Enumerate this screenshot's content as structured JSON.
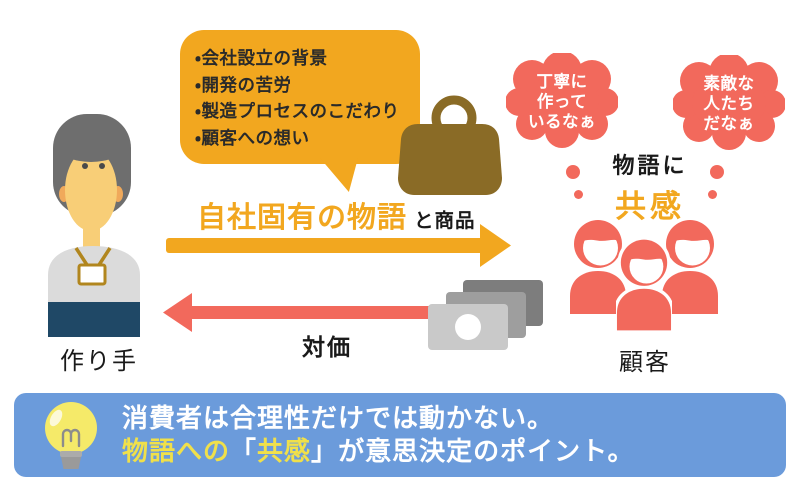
{
  "colors": {
    "orange": "#F2A71F",
    "salmon": "#F2695C",
    "blue": "#6B9BDB",
    "banner_yellow": "#F0E04A",
    "bag_brown": "#8A6B26"
  },
  "speech_bubble": {
    "items": [
      "・会社設立の背景",
      "・開発の苦労",
      "・製造プロセスのこだわり",
      "・顧客への想い"
    ]
  },
  "maker": {
    "label": "作り手"
  },
  "story_flow": {
    "emphasis": "自社固有の物語",
    "suffix": "と商品"
  },
  "price_flow": {
    "label": "対価"
  },
  "thoughts": {
    "left": {
      "line1": "丁寧に",
      "line2": "作って",
      "line3": "いるなぁ"
    },
    "right": {
      "line1": "素敵な",
      "line2": "人たち",
      "line3": "だなぁ"
    }
  },
  "empathy": {
    "prefix": "物語に",
    "word": "共感"
  },
  "customers": {
    "label": "顧客"
  },
  "banner": {
    "line1": "消費者は合理性だけでは動かない。",
    "line2_part1": "物語への",
    "line2_part2": "「",
    "line2_part3": "共感",
    "line2_part4": "」",
    "line2_part5": "が意思決定のポイント。"
  }
}
